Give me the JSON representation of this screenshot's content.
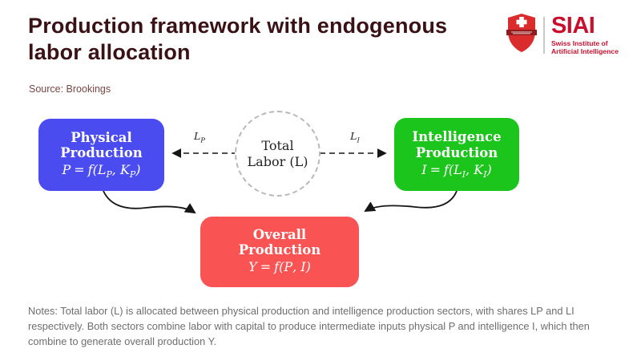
{
  "header": {
    "title_line1": "Production framework with endogenous",
    "title_line2": "labor allocation",
    "source": "Source: Brookings"
  },
  "logo": {
    "acronym": "SIAI",
    "subtitle_line1": "Swiss Institute of",
    "subtitle_line2": "Artificial Intelligence",
    "brand_red": "#c8102e",
    "shield_icon": "swiss-shield-with-cross"
  },
  "diagram": {
    "total_labor": {
      "line1": "Total",
      "line2": "Labor (L)"
    },
    "physical": {
      "line1": "Physical",
      "line2": "Production",
      "color": "#4a4cf0",
      "formula": {
        "var": "P",
        "eq": "=",
        "fn": "f(",
        "arg1": "L",
        "arg1_sub": "P",
        "sep": ", ",
        "arg2": "K",
        "arg2_sub": "P",
        "end": ")"
      }
    },
    "intelligence": {
      "line1": "Intelligence",
      "line2": "Production",
      "color": "#1cc51c",
      "formula": {
        "var": "I",
        "eq": "=",
        "fn": "f(",
        "arg1": "L",
        "arg1_sub": "I",
        "sep": ", ",
        "arg2": "K",
        "arg2_sub": "I",
        "end": ")"
      }
    },
    "overall": {
      "line1": "Overall",
      "line2": "Production",
      "color": "#fa5353",
      "formula": {
        "var": "Y",
        "eq": "=",
        "fn": "f(",
        "arg1": "P",
        "sep": ", ",
        "arg2": "I",
        "end": ")"
      }
    },
    "labels": {
      "lp": {
        "base": "L",
        "sub": "P"
      },
      "li": {
        "base": "L",
        "sub": "I"
      }
    }
  },
  "notes": "Notes: Total labor (L) is allocated between physical production and intelligence production sectors, with shares LP and LI respectively. Both sectors combine labor with capital to produce intermediate inputs physical P and intelligence I, which then combine to generate overall production Y."
}
